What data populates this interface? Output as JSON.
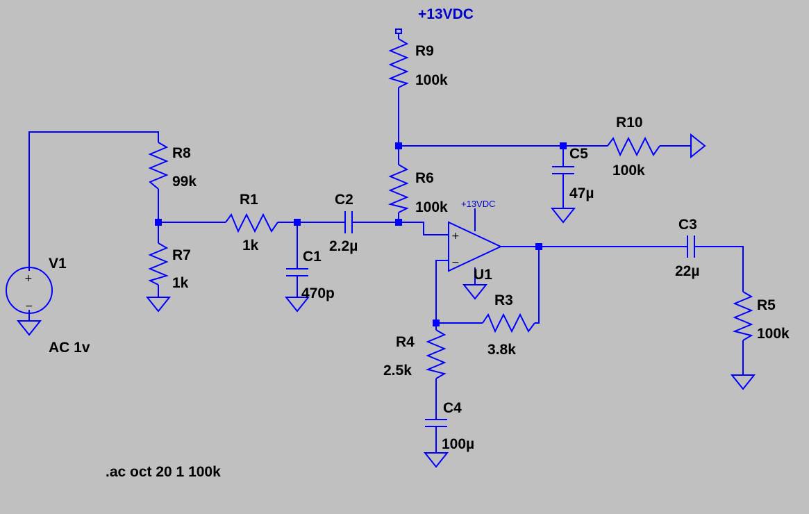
{
  "colors": {
    "background": "#c0c0c0",
    "wire": "#0000ff",
    "label": "#000000",
    "net_label": "#0000cc"
  },
  "supply_label": "+13VDC",
  "opamp_supply_label": "+13VDC",
  "sim_directive": ".ac oct 20 1 100k",
  "components": {
    "V1": {
      "name": "V1",
      "value": "AC 1v"
    },
    "R1": {
      "name": "R1",
      "value": "1k"
    },
    "R3": {
      "name": "R3",
      "value": "3.8k"
    },
    "R4": {
      "name": "R4",
      "value": "2.5k"
    },
    "R5": {
      "name": "R5",
      "value": "100k"
    },
    "R6": {
      "name": "R6",
      "value": "100k"
    },
    "R7": {
      "name": "R7",
      "value": "1k"
    },
    "R8": {
      "name": "R8",
      "value": "99k"
    },
    "R9": {
      "name": "R9",
      "value": "100k"
    },
    "R10": {
      "name": "R10",
      "value": "100k"
    },
    "C1": {
      "name": "C1",
      "value": "470p"
    },
    "C2": {
      "name": "C2",
      "value": "2.2µ"
    },
    "C3": {
      "name": "C3",
      "value": "22µ"
    },
    "C4": {
      "name": "C4",
      "value": "100µ"
    },
    "C5": {
      "name": "C5",
      "value": "47µ"
    },
    "U1": {
      "name": "U1"
    }
  },
  "opamp_pins": {
    "plus": "+",
    "minus": "−"
  },
  "source_pins": {
    "plus": "+",
    "minus": "−"
  }
}
